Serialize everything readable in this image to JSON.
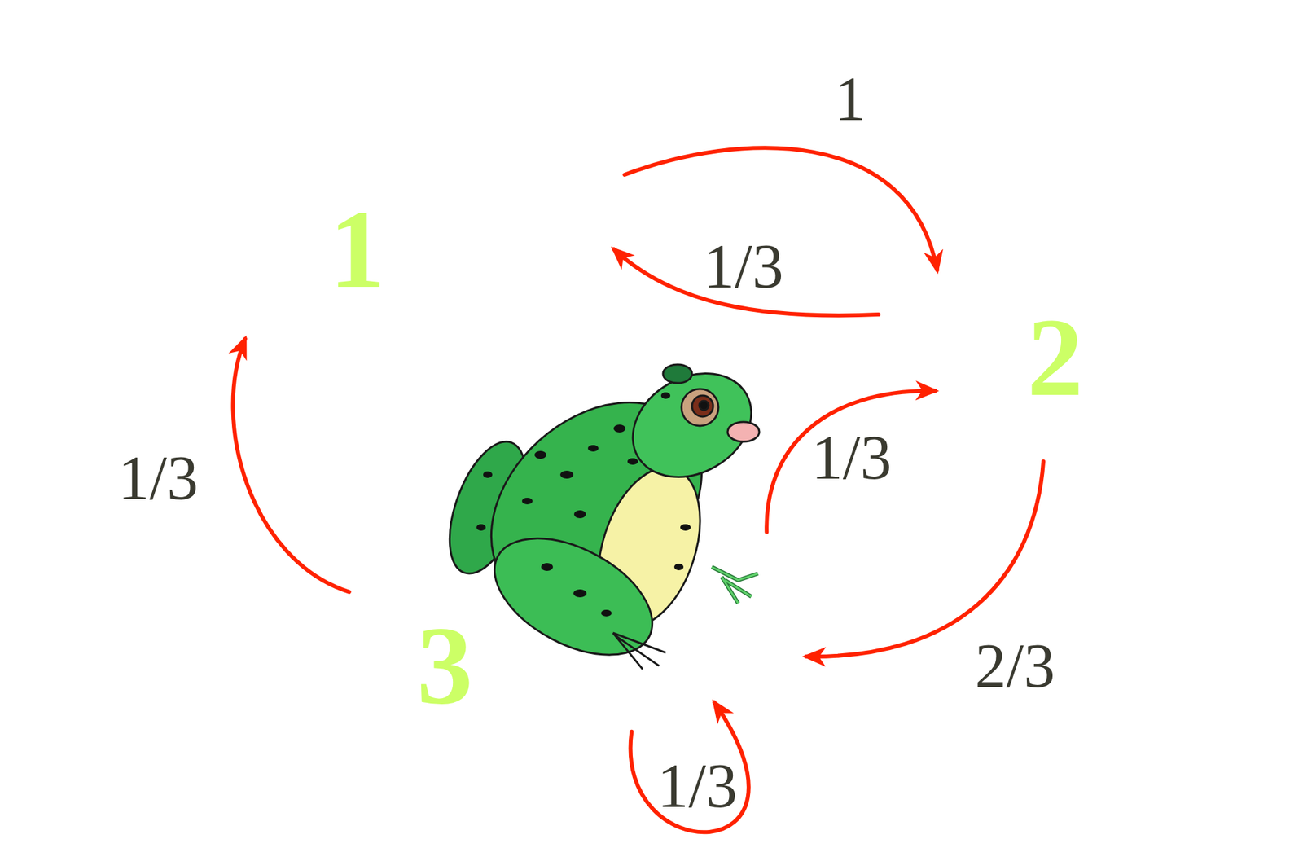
{
  "diagram": {
    "nodes": [
      {
        "text": [
          "1"
        ]
      },
      {
        "text": [
          "2"
        ]
      },
      {
        "text": [
          "3"
        ]
      }
    ],
    "edges": [
      {
        "from": 0,
        "to": 1,
        "arrow": "to",
        "label": "1"
      },
      {
        "from": 1,
        "to": 0,
        "arrow": "to",
        "label": "1/3"
      },
      {
        "from": 2,
        "to": 0,
        "arrow": "to",
        "label": "1/3"
      },
      {
        "from": 2,
        "to": 1,
        "arrow": "to",
        "label": "1/3"
      },
      {
        "from": 1,
        "to": 2,
        "arrow": "to",
        "label": "2/3"
      },
      {
        "from": 2,
        "to": 2,
        "arrow": "to",
        "label": "1/3"
      }
    ]
  }
}
